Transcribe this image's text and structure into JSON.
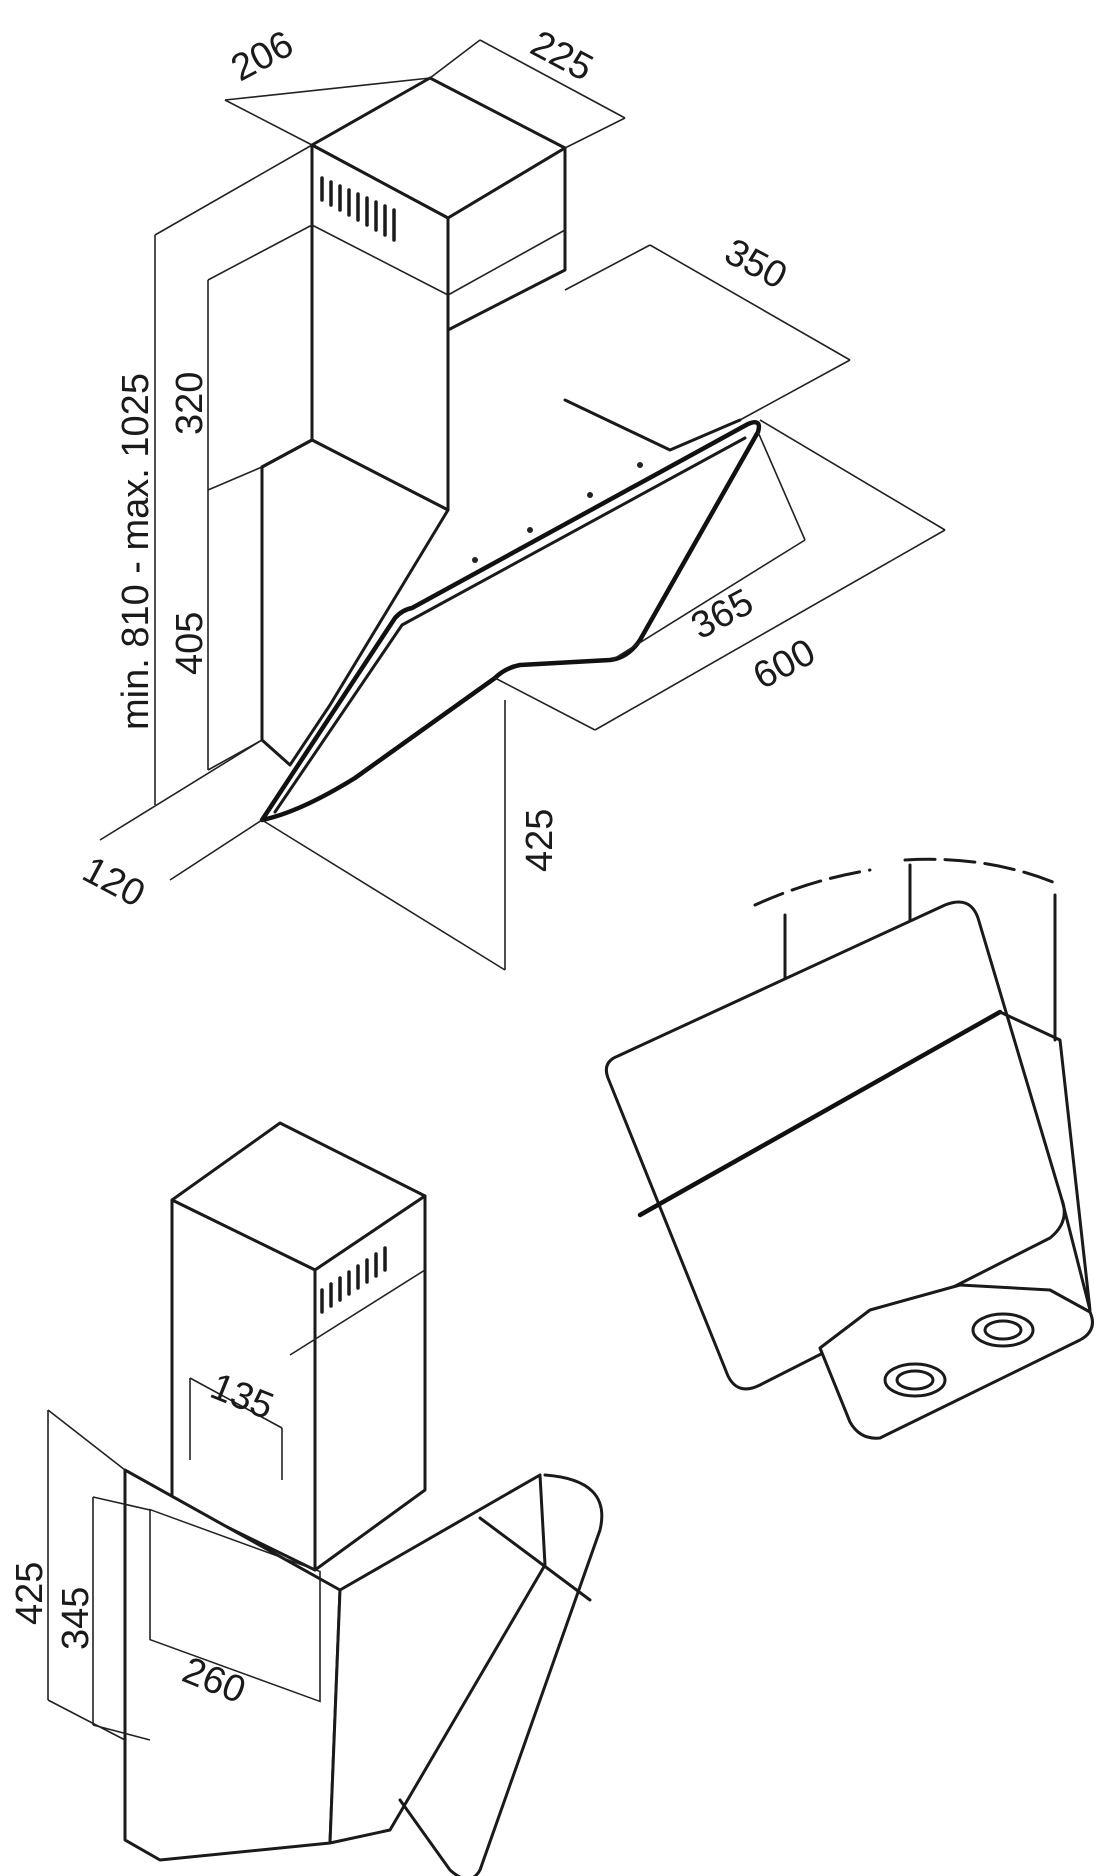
{
  "drawing": {
    "top_view": {
      "dim_chimney_depth": "206",
      "dim_chimney_width": "225",
      "dim_hood_depth": "350",
      "dim_chimney_upper_height": "320",
      "dim_total_height_range": "min. 810 - max. 1025",
      "dim_body_height": "405",
      "dim_inner_width": "365",
      "dim_total_width": "600",
      "dim_front_offset": "120",
      "dim_glass_height": "425"
    },
    "rear_view": {
      "dim_duct_offset": "135",
      "dim_body_height": "425",
      "dim_mount_height": "345",
      "dim_mount_width": "260"
    }
  }
}
